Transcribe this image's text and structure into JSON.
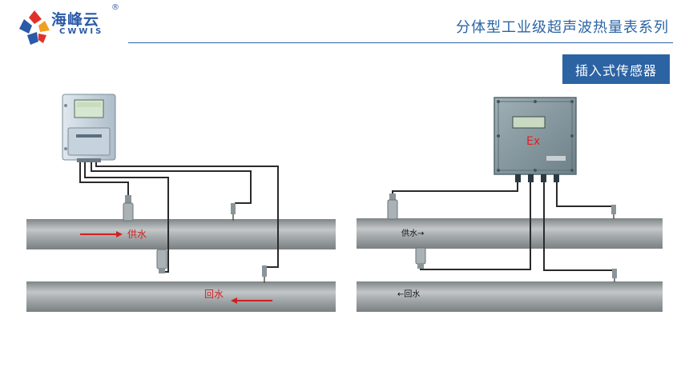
{
  "brand": {
    "name_cn": "海峰云",
    "name_en": "CWWIS",
    "registered": "®"
  },
  "header": {
    "title": "分体型工业级超声波热量表系列"
  },
  "badge": {
    "label": "插入式传感器"
  },
  "diagram_left": {
    "supply_label": "供水",
    "return_label": "回水"
  },
  "diagram_right": {
    "supply_label": "供水→",
    "return_label": "←回水",
    "device_marking": "Ex"
  },
  "colors": {
    "brand_blue": "#2b64a5",
    "flow_arrow": "#d02020",
    "pipe": "#9aa0a2"
  }
}
